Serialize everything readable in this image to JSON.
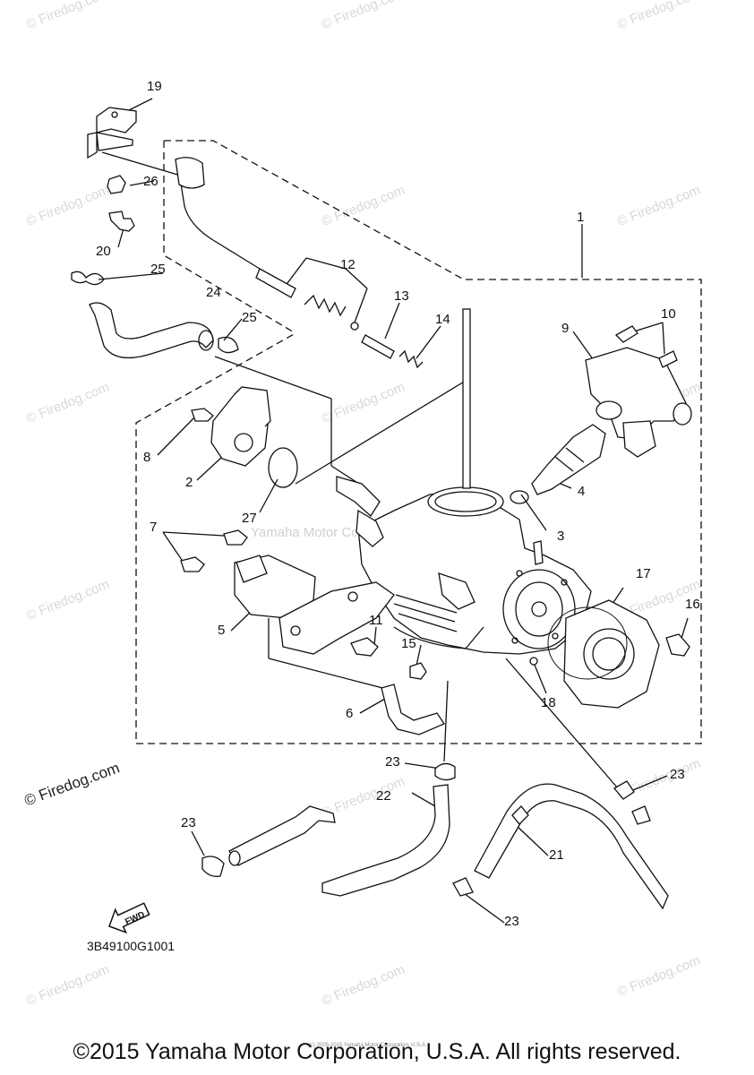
{
  "callouts": [
    {
      "id": "c1",
      "label": "1"
    },
    {
      "id": "c2",
      "label": "2"
    },
    {
      "id": "c3",
      "label": "3"
    },
    {
      "id": "c4",
      "label": "4"
    },
    {
      "id": "c5",
      "label": "5"
    },
    {
      "id": "c6",
      "label": "6"
    },
    {
      "id": "c7",
      "label": "7"
    },
    {
      "id": "c8",
      "label": "8"
    },
    {
      "id": "c9",
      "label": "9"
    },
    {
      "id": "c10",
      "label": "10"
    },
    {
      "id": "c11",
      "label": "11"
    },
    {
      "id": "c12",
      "label": "12"
    },
    {
      "id": "c13",
      "label": "13"
    },
    {
      "id": "c14",
      "label": "14"
    },
    {
      "id": "c15",
      "label": "15"
    },
    {
      "id": "c16",
      "label": "16"
    },
    {
      "id": "c17",
      "label": "17"
    },
    {
      "id": "c18",
      "label": "18"
    },
    {
      "id": "c19",
      "label": "19"
    },
    {
      "id": "c20",
      "label": "20"
    },
    {
      "id": "c21",
      "label": "21"
    },
    {
      "id": "c22",
      "label": "22"
    },
    {
      "id": "c23a",
      "label": "23"
    },
    {
      "id": "c23b",
      "label": "23"
    },
    {
      "id": "c23c",
      "label": "23"
    },
    {
      "id": "c23d",
      "label": "23"
    },
    {
      "id": "c24",
      "label": "24"
    },
    {
      "id": "c25a",
      "label": "25"
    },
    {
      "id": "c25b",
      "label": "25"
    },
    {
      "id": "c26",
      "label": "26"
    },
    {
      "id": "c27",
      "label": "27"
    }
  ],
  "watermark": "© Firedog.com",
  "center_watermark": "Yamaha Motor Corp. U.S.A.",
  "diagram_code": "3B49100G1001",
  "fwd_label": "FWD",
  "tiny_copyright": "(c) 2005-2015 Yamaha Motor Corporation, U.S.A.",
  "copyright": "©2015 Yamaha Motor Corporation, U.S.A. All rights reserved."
}
